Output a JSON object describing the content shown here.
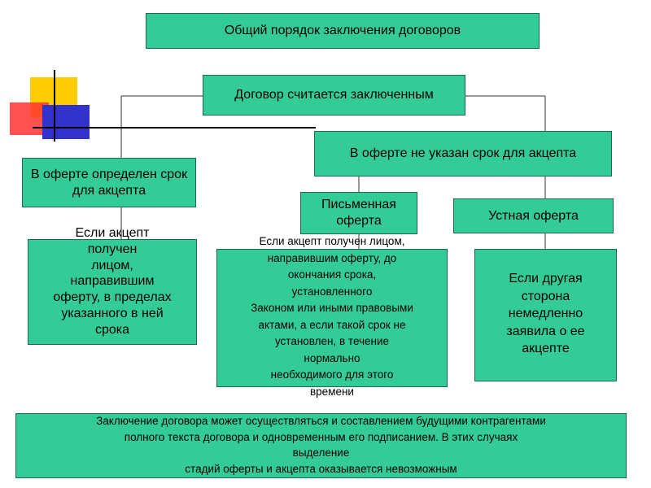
{
  "colors": {
    "box_fill": "#33cc99",
    "box_border": "#1a6b4d",
    "line": "#333333"
  },
  "decor": {
    "yellow": "#ffcc00",
    "red": "#ff3333",
    "blue": "#3333cc",
    "bar": "#000000"
  },
  "nodes": {
    "title": "Общий порядок заключения договоров",
    "root": "Договор считается заключенным",
    "left_condition": "В оферте определен срок для акцепта",
    "right_condition": "В оферте не указан срок для акцепта",
    "written_offer": "Письменная оферта",
    "oral_offer": "Устная оферта",
    "left_detail": "Если акцепт\nполучен\nлицом,\nнаправившим\nоферту, в пределах\nуказанного в ней\nсрока",
    "middle_detail": "Если акцепт получен лицом,\nнаправившим оферту, до\nокончания срока,\nустановленного\nЗаконом или иными правовыми\nактами, а если такой срок не\nустановлен, в течение\nнормально\nнеобходимого для этого\nвремени",
    "right_detail": "Если другая\nсторона\nнемедленно\nзаявила о ее\nакцепте",
    "bottom_note": "Заключение договора может осуществляться и составлением будущими контрагентами\nполного текста договора и одновременным его подписанием. В этих случаях\nвыделение\nстадий оферты и акцепта оказывается невозможным"
  }
}
